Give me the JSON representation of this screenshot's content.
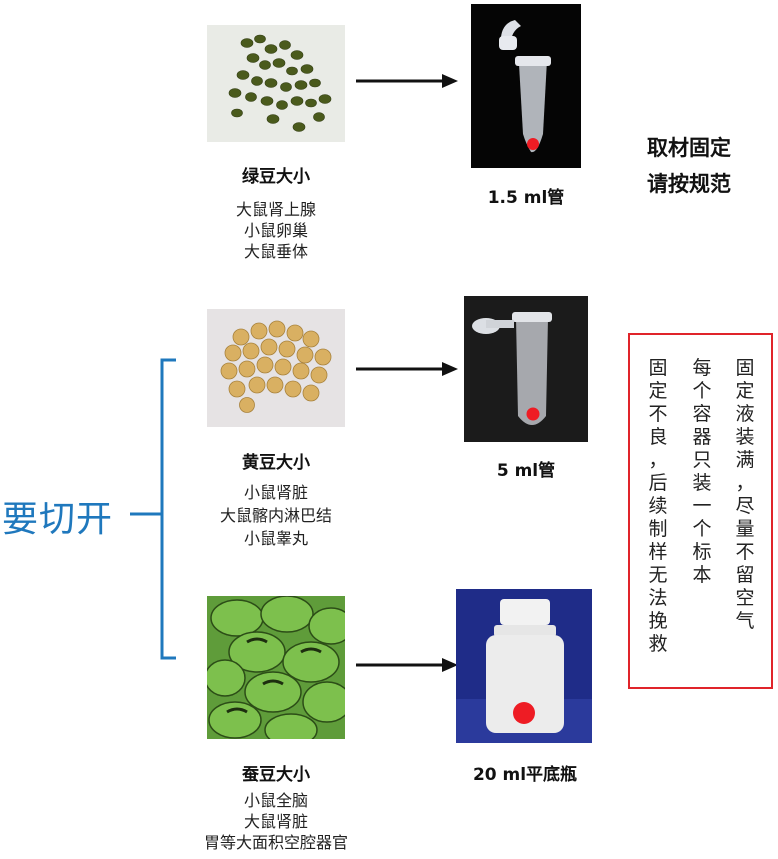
{
  "rows": [
    {
      "title": "绿豆大小",
      "items": [
        "大鼠肾上腺",
        "小鼠卵巢",
        "大鼠垂体"
      ],
      "container": "1.5 ml管"
    },
    {
      "title": "黄豆大小",
      "items": [
        "小鼠肾脏",
        "大鼠髂内淋巴结",
        "小鼠睾丸"
      ],
      "container": "5 ml管"
    },
    {
      "title": "蚕豆大小",
      "items": [
        "小鼠全脑",
        "大鼠肾脏",
        "胃等大面积空腔器官"
      ],
      "container": "20 ml平底瓶"
    }
  ],
  "note": {
    "line1": "取材固定",
    "line2": "请按规范"
  },
  "bracket_label": "要切开",
  "warning": {
    "columns": [
      "固定液装满，尽量不留空气",
      "每个容器只装一个标本",
      "固定不良，后续制样无法挽救"
    ]
  },
  "colors": {
    "accent_blue": "#1f78bd",
    "warning_red": "#e0242a",
    "marker_red": "#ee1c24"
  }
}
